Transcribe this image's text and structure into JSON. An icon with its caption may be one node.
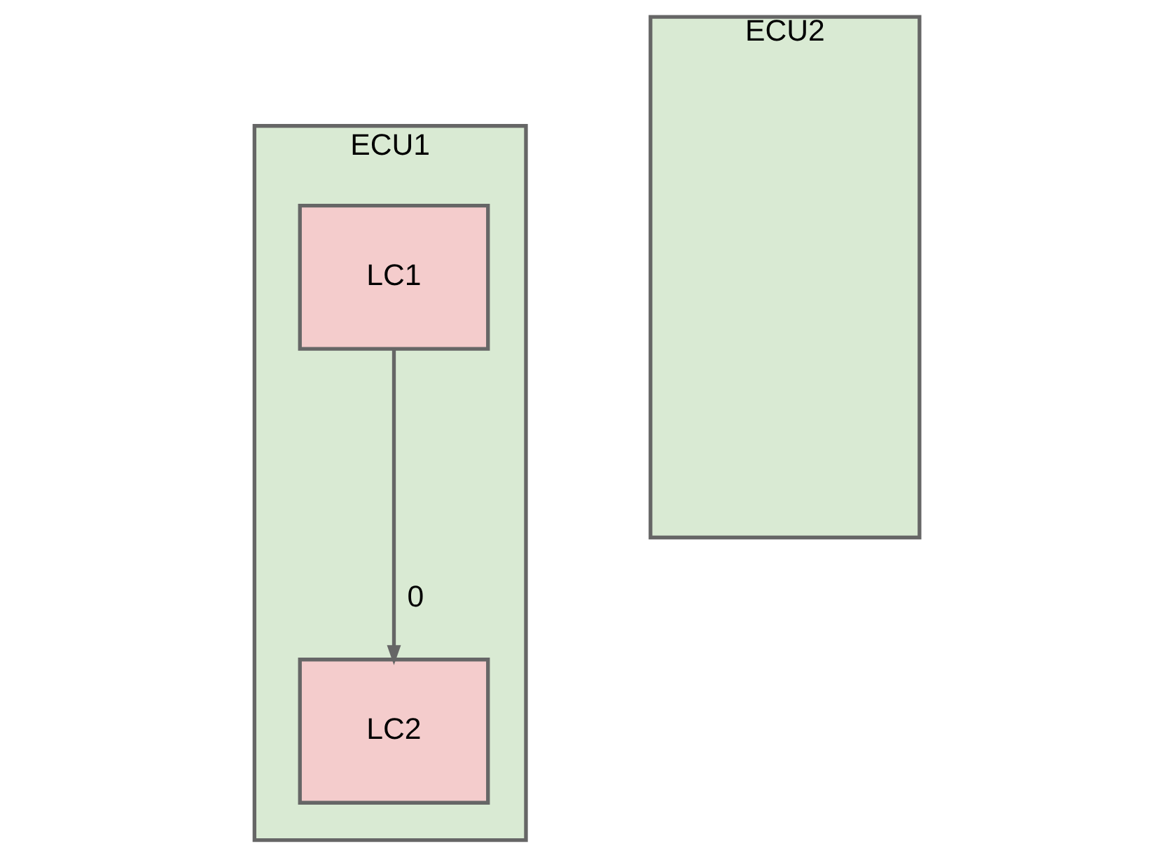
{
  "diagram": {
    "nodes": [
      {
        "text": [
          "ECU1"
        ]
      },
      {
        "text": [
          "LC1"
        ],
        "in": 0
      },
      {
        "text": [
          "LC2"
        ],
        "in": 0
      },
      {
        "text": [
          "ECU2"
        ]
      }
    ],
    "edges": [
      {
        "from": 1,
        "to": 2,
        "arrow": "to",
        "label": "0"
      }
    ]
  }
}
